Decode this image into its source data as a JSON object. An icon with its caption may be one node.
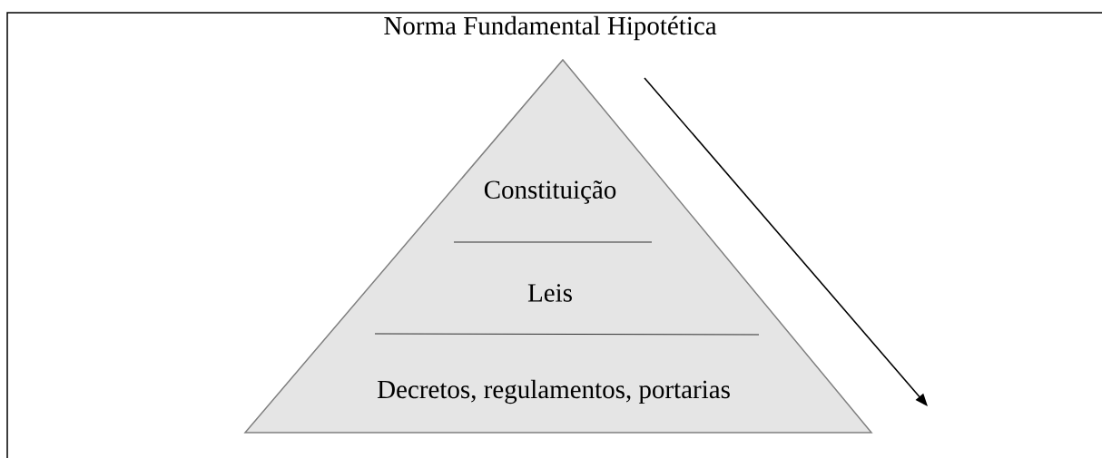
{
  "diagram": {
    "title": "Norma Fundamental Hipotética",
    "nodes": [
      {
        "text": [
          "Constituição",
          "Leis",
          "Decretos, regulamentos, portarias"
        ]
      }
    ]
  }
}
